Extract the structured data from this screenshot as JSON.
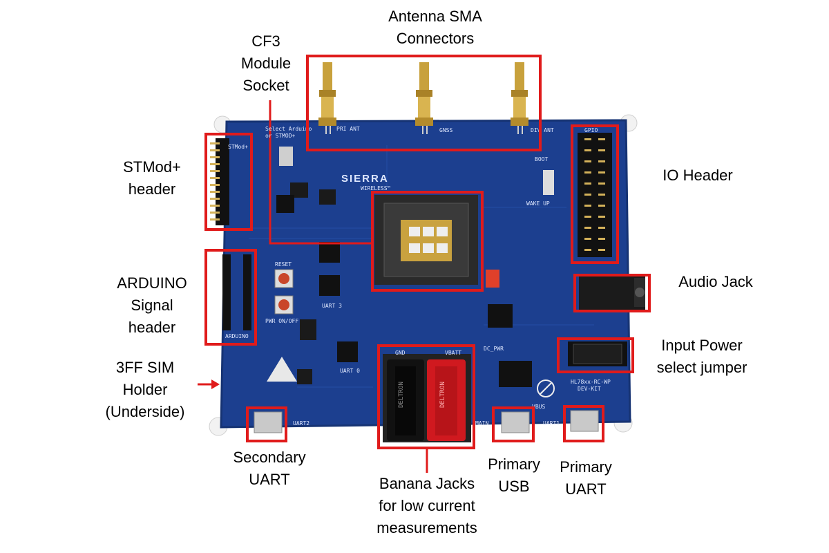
{
  "colors": {
    "board": "#1c3f8f",
    "highlight": "#e01b1b",
    "label_text": "#000000",
    "silkscreen": "#dfe8ff",
    "banana_black": "#111111",
    "banana_red": "#d0191f",
    "antenna_gold": "#c8a13c"
  },
  "callouts": {
    "antenna": [
      "Antenna SMA",
      "Connectors"
    ],
    "cf3": [
      "CF3",
      "Module",
      "Socket"
    ],
    "stmod": [
      "STMod+",
      "header"
    ],
    "io_header": [
      "IO Header"
    ],
    "arduino": [
      "ARDUINO",
      "Signal",
      "header"
    ],
    "audio": [
      "Audio Jack"
    ],
    "input_power": [
      "Input Power",
      "select jumper"
    ],
    "sim": [
      "3FF SIM",
      "Holder",
      "(Underside)"
    ],
    "secondary_uart": [
      "Secondary",
      "UART"
    ],
    "banana": [
      "Banana Jacks",
      "for low current",
      "measurements"
    ],
    "primary_usb": [
      "Primary",
      "USB"
    ],
    "primary_uart": [
      "Primary",
      "UART"
    ]
  },
  "board_text": {
    "brand": "SIERRA",
    "brand_sub": "WIRELESS™",
    "stmod": "STMod+",
    "gpio": "GPIO",
    "pri_ant": "PRI ANT",
    "gnss": "GNSS",
    "div_ant": "DIV ANT",
    "select_arduino": "Select Arduino",
    "or_stmod": "or STMOD+",
    "boot": "BOOT",
    "wake_up": "WAKE UP",
    "reset": "RESET",
    "pwr": "PWR ON/OFF",
    "uart3": "UART 3",
    "uart0": "UART 0",
    "uart1": "UART1",
    "uart2": "UART2",
    "arduino": "ARDUINO",
    "gnd": "GND",
    "vbatt": "VBATT",
    "main": "MAIN",
    "dc_pwr": "DC_PWR",
    "model": "HL78xx-RC-WP",
    "devkit": "DEV-KIT",
    "deltron": "DELTRON",
    "vbus": "VBUS"
  }
}
